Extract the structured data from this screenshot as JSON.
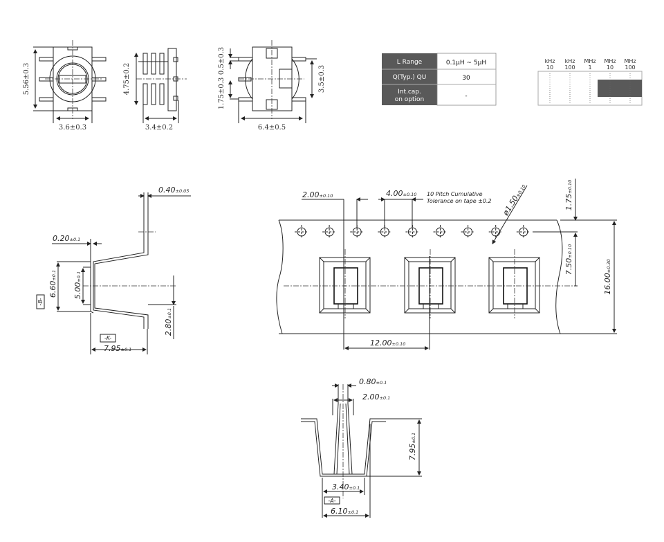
{
  "top_views": {
    "front_width": "3.6±0.3",
    "front_height": "5.56±0.3",
    "side_width": "3.4±0.2",
    "side_height": "4.75±0.2",
    "bottom_width": "6.4±0.5",
    "bottom_top_gap": "0.5±0.3",
    "bottom_pin_pitch": "1.75±0.3",
    "bottom_height": "3.5±0.3"
  },
  "spec_table": {
    "rows": [
      {
        "label": "L Range",
        "value": "0.1μH ~ 5μH"
      },
      {
        "label": "Q(Typ.) QU",
        "value": "30"
      },
      {
        "label_line1": "Int.cap.",
        "label_line2": "on option",
        "value": "-"
      }
    ]
  },
  "frequency_range": {
    "columns": [
      {
        "unit": "kHz",
        "value": "10"
      },
      {
        "unit": "kHz",
        "value": "100"
      },
      {
        "unit": "MHz",
        "value": "1"
      },
      {
        "unit": "MHz",
        "value": "10"
      },
      {
        "unit": "MHz",
        "value": "100"
      }
    ],
    "bar_color": "#595959"
  },
  "pocket_section": {
    "wall": {
      "value": "0.40",
      "tol": "±0.05"
    },
    "bottom": {
      "value": "0.20",
      "tol": "±0.1"
    },
    "outer_height": {
      "value": "6.60",
      "tol": "±0.1"
    },
    "inner_height": {
      "value": "5.00",
      "tol": "±0.1"
    },
    "offset": {
      "value": "2.80",
      "tol": "±0.1"
    },
    "depth": {
      "value": "7.95",
      "tol": "±0.1"
    },
    "datum_b": "-B-",
    "datum_k": "-K-"
  },
  "tape": {
    "hole_to_pocket": {
      "value": "2.00",
      "tol": "±0.10"
    },
    "hole_pitch": {
      "value": "4.00",
      "tol": "±0.10"
    },
    "pitch_note_line1": "10 Pitch Cumulative",
    "pitch_note_line2": "Tolerance on tape ±0.2",
    "hole_diameter": {
      "value": "ø1.50",
      "tol": "±0.10"
    },
    "edge_to_hole": {
      "value": "1.75",
      "tol": "±0.10"
    },
    "hole_to_center": {
      "value": "7.50",
      "tol": "±0.10"
    },
    "tape_width": {
      "value": "16.00",
      "tol": "±0.30"
    },
    "pocket_pitch": {
      "value": "12.00",
      "tol": "±0.10"
    }
  },
  "cross_section": {
    "top_width": {
      "value": "0.80",
      "tol": "±0.1"
    },
    "slot_width": {
      "value": "2.00",
      "tol": "±0.1"
    },
    "depth": {
      "value": "7.95",
      "tol": "±0.1"
    },
    "bottom_width": {
      "value": "3.40",
      "tol": "±0.1"
    },
    "outer_width": {
      "value": "6.10",
      "tol": "±0.1"
    },
    "datum_a": "-A-"
  }
}
